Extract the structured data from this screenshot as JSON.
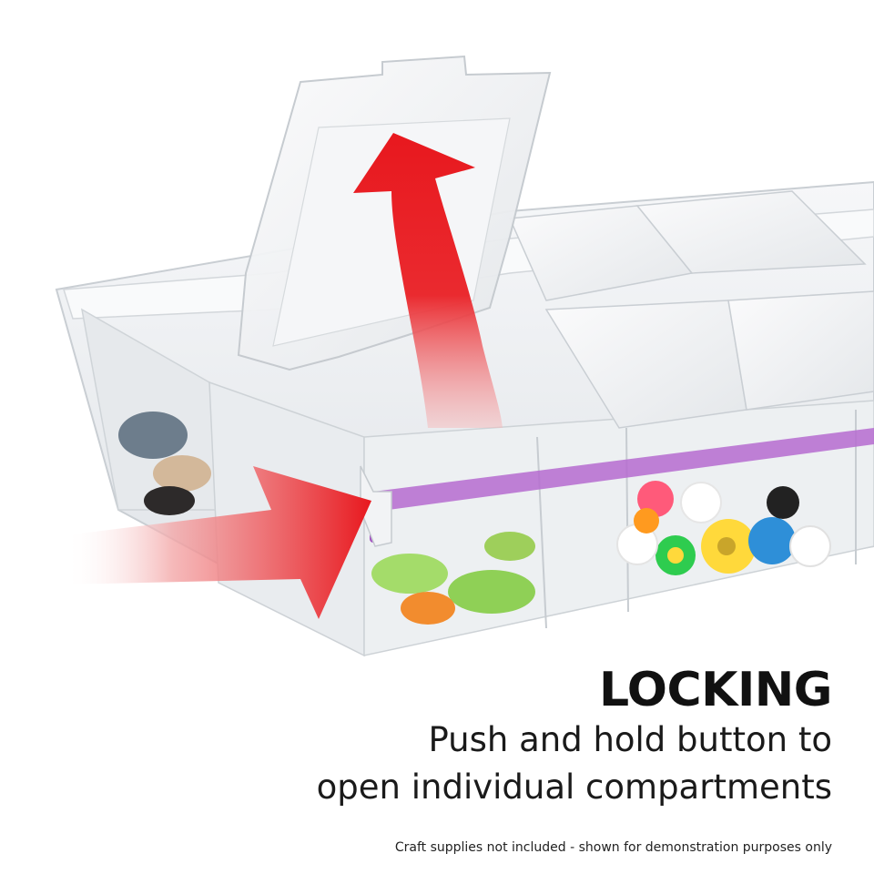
{
  "headline": "LOCKING",
  "subtitle_line_1": "Push and hold button to",
  "subtitle_line_2": "open individual compartments",
  "disclaimer": "Craft supplies not included - shown for demonstration purposes only",
  "colors": {
    "arrow_red": "#e8181e",
    "lock_purple": "#a24fc1",
    "plastic": "#eceff2",
    "text": "#111111"
  },
  "icons": [
    "curved-arrow-up-icon",
    "push-arrow-right-icon"
  ]
}
